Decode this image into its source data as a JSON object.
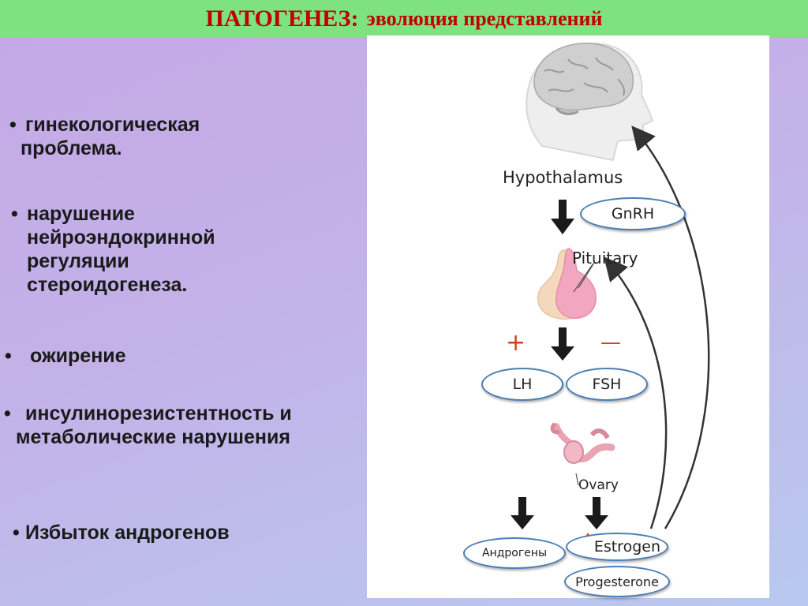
{
  "title": {
    "main": "ПАТОГЕНЕЗ:",
    "sub": "эволюция представлений"
  },
  "bullets": [
    {
      "lines": [
        "гинекологическая",
        "проблема."
      ]
    },
    {
      "lines": [
        "нарушение",
        "нейроэндокринной",
        "регуляции",
        "стероидогенеза."
      ]
    },
    {
      "lines": [
        "ожирение"
      ]
    },
    {
      "lines": [
        "инсулинорезистентность и",
        "метаболические нарушения"
      ]
    },
    {
      "lines": [
        "Избыток андрогенов"
      ]
    }
  ],
  "bullet_symbol": "•",
  "diagram": {
    "hypothalamus": "Hypothalamus",
    "gnrh": "GnRH",
    "pituitary": "Pituitary",
    "plus": "+",
    "minus": "—",
    "lh": "LH",
    "fsh": "FSH",
    "ovary": "Ovary",
    "androgens": "Андрогены",
    "estrogen": "Estrogen",
    "progesterone": "Progesterone"
  },
  "colors": {
    "title_bg": "#7ee27e",
    "title_text": "#c00000",
    "pill_border": "#4a7fb7",
    "plus_minus": "#d04020",
    "estrogen_arrow": "#e04a10"
  }
}
